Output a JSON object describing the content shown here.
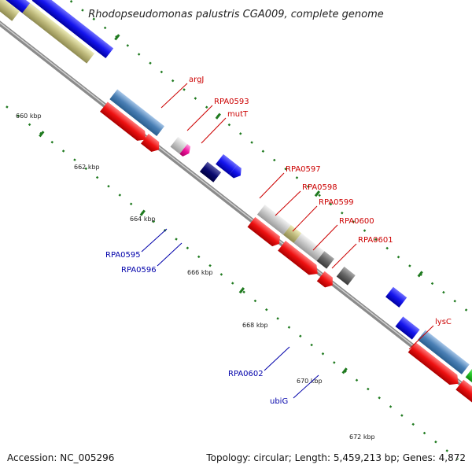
{
  "title": "Rhodopseudomonas palustris CGA009, complete genome",
  "footer": {
    "accession": "Accession: NC_005296",
    "topology": "Topology: circular; Length: 5,459,213 bp; Genes: 4,872"
  },
  "colors": {
    "backbone": "#888888",
    "tick": "#1f7a1f",
    "forward_label": "#cc0000",
    "reverse_label": "#0000aa"
  },
  "ticks": [
    {
      "label": "660 kbp"
    },
    {
      "label": "662 kbp"
    },
    {
      "label": "664 kbp"
    },
    {
      "label": "666 kbp"
    },
    {
      "label": "668 kbp"
    },
    {
      "label": "670 kbp"
    },
    {
      "label": "672 kbp"
    }
  ],
  "forward_labels": [
    {
      "name": "argJ"
    },
    {
      "name": "RPA0593"
    },
    {
      "name": "mutT"
    },
    {
      "name": "RPA0597"
    },
    {
      "name": "RPA0598"
    },
    {
      "name": "RPA0599"
    },
    {
      "name": "RPA0600"
    },
    {
      "name": "RPA0601"
    },
    {
      "name": "lysC"
    }
  ],
  "reverse_labels": [
    {
      "name": "RPA0595"
    },
    {
      "name": "RPA0596"
    },
    {
      "name": "RPA0602"
    },
    {
      "name": "ubiG"
    }
  ]
}
